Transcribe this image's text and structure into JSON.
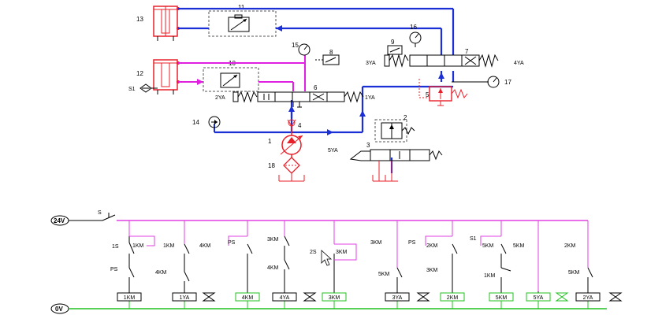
{
  "hydraulic": {
    "components": [
      {
        "id": "n1",
        "label": "1"
      },
      {
        "id": "n2",
        "label": "2"
      },
      {
        "id": "n3",
        "label": "3"
      },
      {
        "id": "n4",
        "label": "4"
      },
      {
        "id": "n5",
        "label": "5"
      },
      {
        "id": "n6",
        "label": "6"
      },
      {
        "id": "n7",
        "label": "7"
      },
      {
        "id": "n8",
        "label": "8"
      },
      {
        "id": "n9",
        "label": "9"
      },
      {
        "id": "n10",
        "label": "10"
      },
      {
        "id": "n11",
        "label": "11"
      },
      {
        "id": "n12",
        "label": "12"
      },
      {
        "id": "n13",
        "label": "13"
      },
      {
        "id": "n14",
        "label": "14"
      },
      {
        "id": "n15",
        "label": "15"
      },
      {
        "id": "n16",
        "label": "16"
      },
      {
        "id": "n17",
        "label": "17"
      },
      {
        "id": "n18",
        "label": "18"
      },
      {
        "id": "s1",
        "label": "S1"
      }
    ],
    "solenoids": {
      "yv1": "1YA",
      "yv2": "2YA",
      "yv3": "3YA",
      "yv4": "4YA",
      "yv5": "5YA"
    },
    "colors": {
      "pressure": "#e8202a",
      "main": "#1a2fd6",
      "return": "#e020e0",
      "symbol": "#000000",
      "dashed": "#555555"
    }
  },
  "electrical": {
    "supply_top": "24V",
    "supply_bottom": "0V",
    "switch_s": "S",
    "rung_labels": {
      "r1_top": "1S",
      "r1_km": "1KM",
      "r1_ps": "PS",
      "r2_top": "1KM",
      "r2_mid": "4KM",
      "r3_top": "4KM",
      "r3_ps": "PS",
      "r4_top": "3KM",
      "r4_mid": "4KM",
      "r5_top": "2S",
      "r5_km": "3KM",
      "r6_top": "3KM",
      "r6_mid": "5KM",
      "r7_top": "PS",
      "r7_km": "2KM",
      "r7_mid": "3KM",
      "r8_top": "S1",
      "r8_km": "5KM",
      "r8_mid": "1KM",
      "r9_top": "5KM",
      "r10_top": "2KM",
      "r10_mid": "5KM"
    },
    "coils": [
      {
        "label": "1KM",
        "color": "black"
      },
      {
        "label": "1YA",
        "color": "black"
      },
      {
        "label": "4KM",
        "color": "green"
      },
      {
        "label": "4YA",
        "color": "black"
      },
      {
        "label": "3KM",
        "color": "green"
      },
      {
        "label": "3YA",
        "color": "black"
      },
      {
        "label": "2KM",
        "color": "green"
      },
      {
        "label": "5KM",
        "color": "green"
      },
      {
        "label": "5YA",
        "color": "green"
      },
      {
        "label": "2YA",
        "color": "black"
      }
    ],
    "colors": {
      "rail_top": "#e040e0",
      "rail_bottom": "#20c020",
      "wire": "#000000"
    }
  }
}
